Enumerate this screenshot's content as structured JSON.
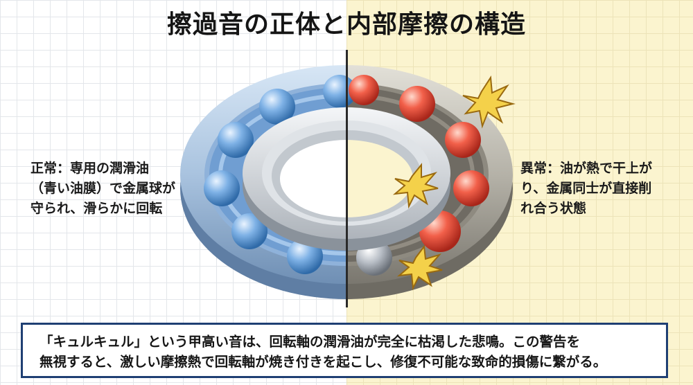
{
  "title": "擦過音の正体と内部摩擦の構造",
  "normal_label": {
    "line1": "正常：専用の潤滑油",
    "line2": "（青い油膜）で金属球が",
    "line3": "守られ、滑らかに回転"
  },
  "abnormal_label": {
    "line1": "異常：油が熱で干上が",
    "line2": "り、金属同士が直接削",
    "line3": "れ合う状態"
  },
  "caption": {
    "line1": "「キュルキュル」という甲高い音は、回転軸の潤滑油が完全に枯渇した悲鳴。この警告を",
    "line2": "無視すると、激しい摩擦熱で回転軸が焼き付きを起こし、修復不可能な致命的損傷に繋がる。"
  },
  "colors": {
    "normal_side": "#4f8fd6",
    "abnormal_side": "#e8452f",
    "spark": "#f4d14a",
    "caption_border": "#1f3f73",
    "abnormal_background": "#fbf4cf"
  }
}
